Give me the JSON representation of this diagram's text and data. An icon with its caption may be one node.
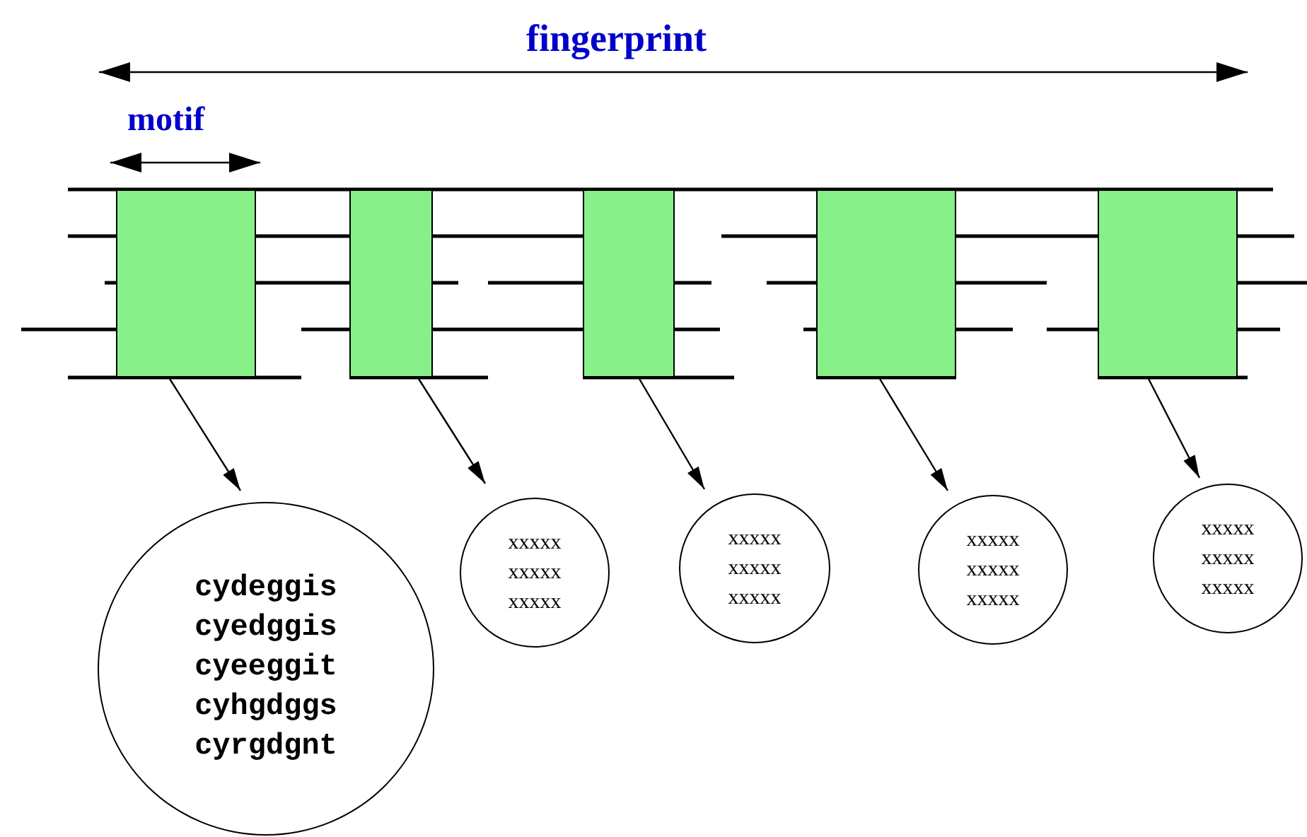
{
  "diagram": {
    "nodes": [
      {
        "text": [],
        "shape": "box"
      },
      {
        "text": [],
        "shape": "box"
      },
      {
        "text": [],
        "shape": "box"
      },
      {
        "text": [],
        "shape": "box"
      },
      {
        "text": [],
        "shape": "box"
      },
      {
        "text": [
          "cydeggis",
          "cyedggis",
          "cyeeggit",
          "cyhgdggs",
          "cyrgdgnt"
        ]
      },
      {
        "text": [
          "xxxxx",
          "xxxxx",
          "xxxxx"
        ]
      },
      {
        "text": [
          "xxxxx",
          "xxxxx",
          "xxxxx"
        ]
      },
      {
        "text": [
          "xxxxx",
          "xxxxx",
          "xxxxx"
        ]
      },
      {
        "text": [
          "xxxxx",
          "xxxxx",
          "xxxxx"
        ]
      }
    ],
    "edges": [
      {
        "from": 0,
        "to": 5,
        "arrow": "to"
      },
      {
        "from": 1,
        "to": 6,
        "arrow": "to"
      },
      {
        "from": 2,
        "to": 7,
        "arrow": "to"
      },
      {
        "from": 3,
        "to": 8,
        "arrow": "to"
      },
      {
        "from": 4,
        "to": 9,
        "arrow": "to"
      }
    ],
    "labels": [
      "fingerprint",
      "motif"
    ]
  }
}
